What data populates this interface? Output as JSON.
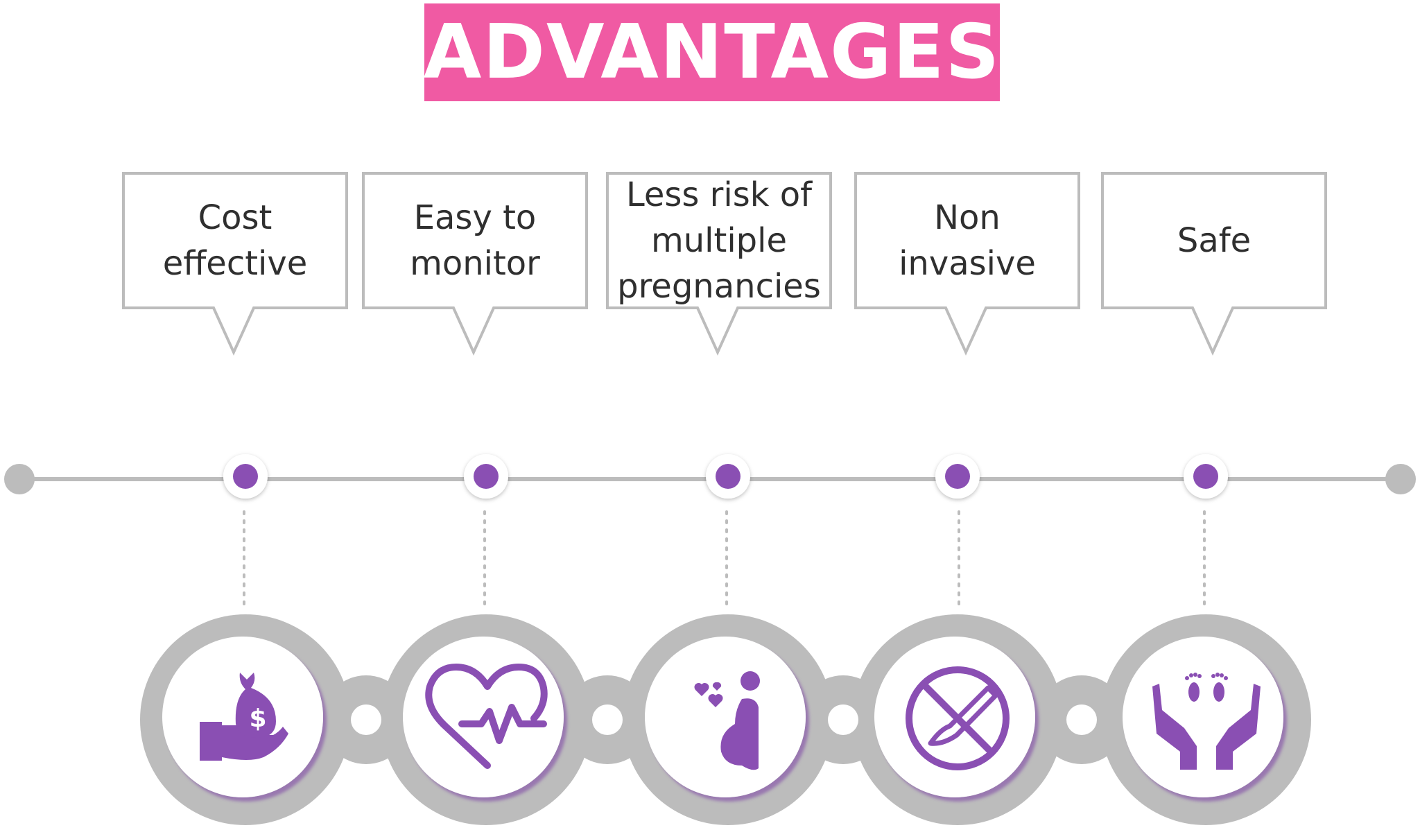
{
  "title": "ADVANTAGES",
  "colors": {
    "banner": "#f05aa3",
    "accent": "#8a4fb3",
    "gray": "#bcbcbc",
    "text": "#2f2f2f"
  },
  "advantages": [
    {
      "label": "Cost\neffective",
      "icon": "money-bag-hand-icon"
    },
    {
      "label": "Easy to\nmonitor",
      "icon": "heartbeat-icon"
    },
    {
      "label": "Less risk of\nmultiple\npregnancies",
      "icon": "pregnant-woman-icon"
    },
    {
      "label": "Non\ninvasive",
      "icon": "no-scalpel-icon"
    },
    {
      "label": "Safe",
      "icon": "baby-feet-hands-icon"
    }
  ]
}
